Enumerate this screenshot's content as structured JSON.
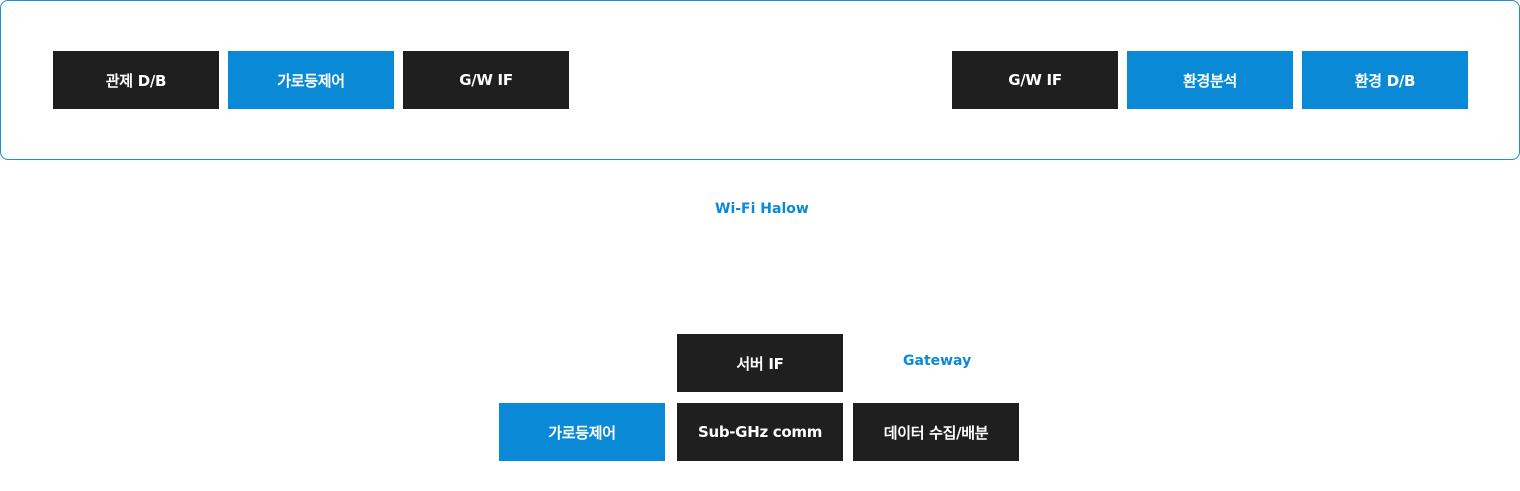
{
  "top_panel": {
    "left_boxes": [
      {
        "label": "관제 D/B",
        "color": "dark"
      },
      {
        "label": "가로등제어",
        "color": "blue"
      },
      {
        "label": "G/W IF",
        "color": "dark"
      }
    ],
    "right_boxes": [
      {
        "label": "G/W IF",
        "color": "dark"
      },
      {
        "label": "환경분석",
        "color": "blue"
      },
      {
        "label": "환경 D/B",
        "color": "blue"
      }
    ]
  },
  "link_label": "Wi-Fi Halow",
  "gateway": {
    "title": "Gateway",
    "server_if": "서버 IF",
    "street_light_control": "가로등제어",
    "sub_ghz_comm": "Sub-GHz comm",
    "data_collect": "데이터 수집/배분"
  },
  "colors": {
    "dark": "#1f1f1f",
    "blue": "#0a8ad6",
    "border": "#1a8fd6"
  }
}
